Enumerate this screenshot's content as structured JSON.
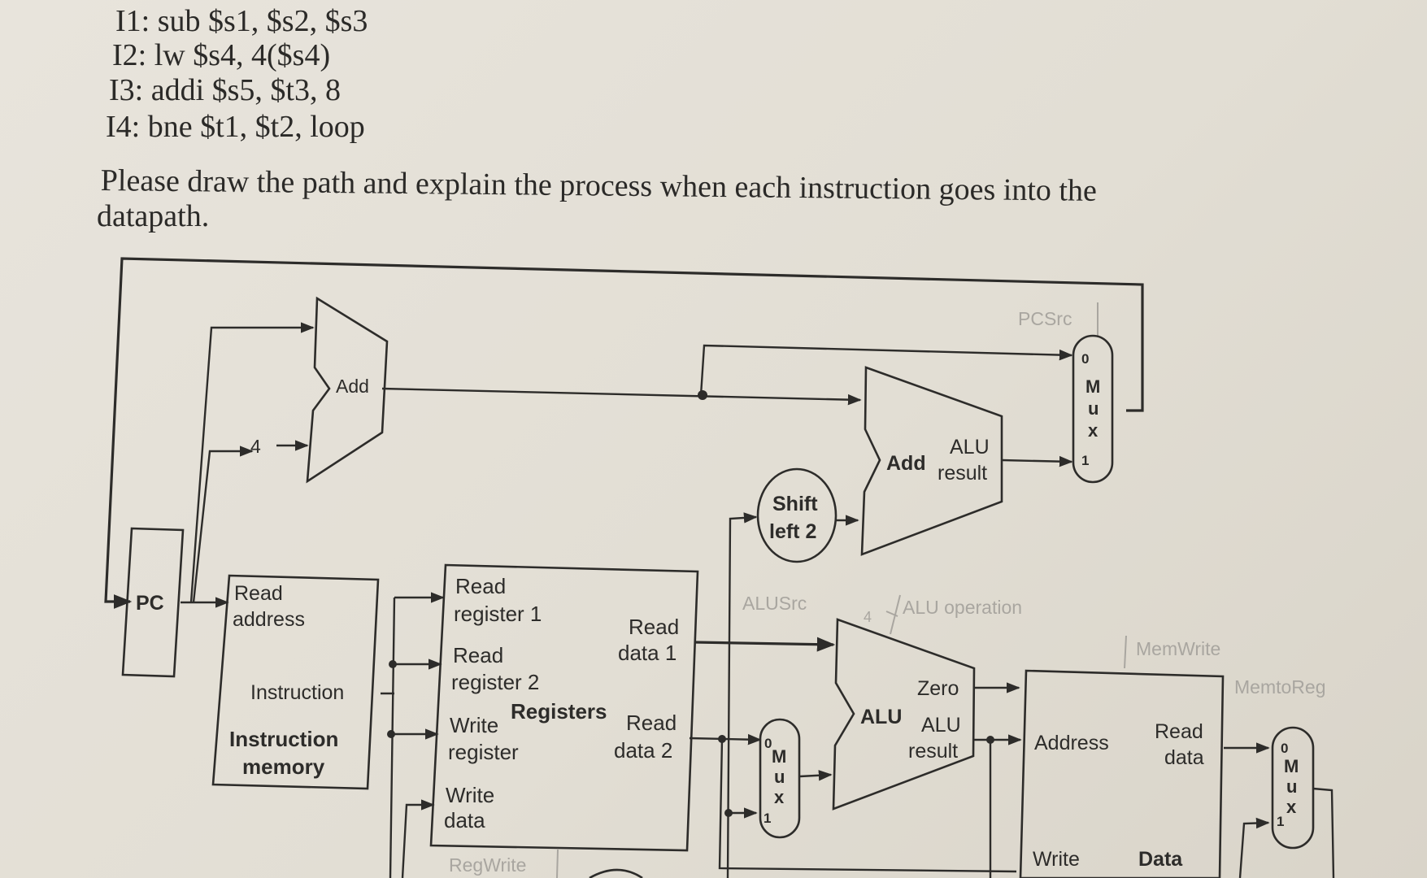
{
  "instructions": [
    "I1: sub $s1, $s2, $s3",
    "I2: lw $s4, 4($s4)",
    "I3: addi $s5, $t3, 8",
    "I4: bne $t1, $t2, loop"
  ],
  "prompt": {
    "line1": "Please draw the path and explain the process when each instruction goes into the",
    "line2": "datapath."
  },
  "diagram": {
    "pc": "PC",
    "imem": {
      "read": "Read",
      "address": "address",
      "instruction": "Instruction",
      "title1": "Instruction",
      "title2": "memory"
    },
    "add1": "Add",
    "four": "4",
    "add2": {
      "add": "Add",
      "alu": "ALU",
      "result": "result"
    },
    "shift": {
      "line1": "Shift",
      "line2": "left 2"
    },
    "regs": {
      "rr1a": "Read",
      "rr1b": "register 1",
      "rr2a": "Read",
      "rr2b": "register 2",
      "wra": "Write",
      "wrb": "register",
      "wda": "Write",
      "wdb": "data",
      "rd1a": "Read",
      "rd1b": "data 1",
      "rd2a": "Read",
      "rd2b": "data 2",
      "title": "Registers"
    },
    "alu": {
      "alu": "ALU",
      "zero": "Zero",
      "res1": "ALU",
      "res2": "result"
    },
    "dmem": {
      "address": "Address",
      "read1": "Read",
      "read2": "data",
      "write": "Write",
      "data": "Data"
    },
    "mux": {
      "m": "M",
      "u": "u",
      "x": "x",
      "zero": "0",
      "one": "1"
    },
    "controls": {
      "pcsrc": "PCSrc",
      "alusrc": "ALUSrc",
      "aluop": "ALU operation",
      "aluop_bits": "4",
      "memwrite": "MemWrite",
      "memtoreg": "MemtoReg",
      "regwrite": "RegWrite"
    }
  },
  "colors": {
    "ink": "#2d2c2a",
    "control": "#a9a6a0",
    "paper": "#e4e0d7"
  }
}
